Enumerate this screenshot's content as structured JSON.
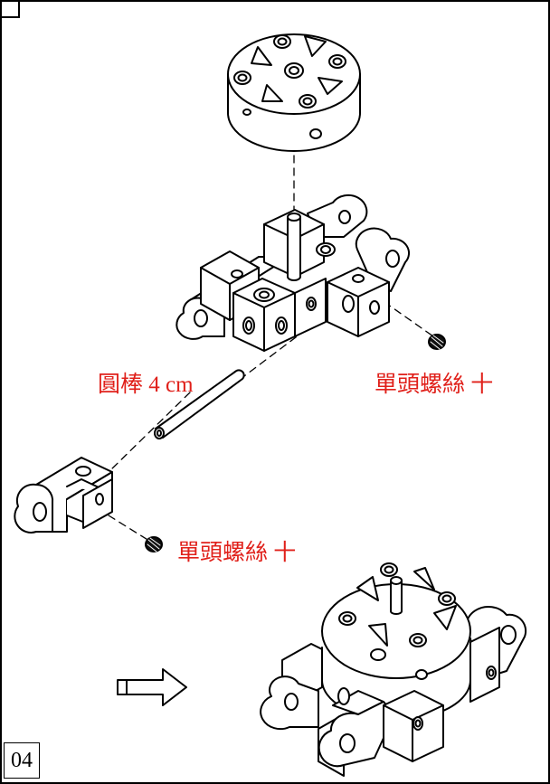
{
  "step_number": "04",
  "labels": {
    "rod": "圓棒 4 cm",
    "screw_right": "單頭螺絲 十",
    "screw_left": "單頭螺絲 十"
  },
  "colors": {
    "label_red": "#e0201a",
    "line": "#000000"
  },
  "icons": {
    "arrow": "right-arrow-icon"
  }
}
